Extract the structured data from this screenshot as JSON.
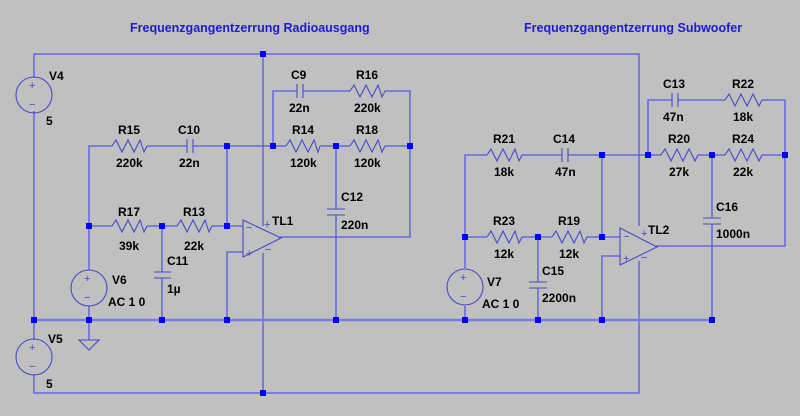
{
  "titles": {
    "left": "Frequenzgangentzerrung Radioausgang",
    "right": "Frequenzgangentzerrung Subwoofer"
  },
  "colors": {
    "background": "#c0c0c0",
    "wire": "#5656e6",
    "junction": "#0000ff",
    "title": "#1c1cd0"
  },
  "sources": {
    "V4": {
      "name": "V4",
      "value": "5"
    },
    "V5": {
      "name": "V5",
      "value": "5"
    },
    "V6": {
      "name": "V6",
      "value": "AC 1 0"
    },
    "V7": {
      "name": "V7",
      "value": "AC 1 0"
    }
  },
  "opamps": {
    "TL1": {
      "name": "TL1"
    },
    "TL2": {
      "name": "TL2"
    }
  },
  "resistors": {
    "R13": {
      "name": "R13",
      "value": "22k"
    },
    "R14": {
      "name": "R14",
      "value": "120k"
    },
    "R15": {
      "name": "R15",
      "value": "220k"
    },
    "R16": {
      "name": "R16",
      "value": "220k"
    },
    "R17": {
      "name": "R17",
      "value": "39k"
    },
    "R18": {
      "name": "R18",
      "value": "120k"
    },
    "R19": {
      "name": "R19",
      "value": "12k"
    },
    "R20": {
      "name": "R20",
      "value": "27k"
    },
    "R21": {
      "name": "R21",
      "value": "18k"
    },
    "R22": {
      "name": "R22",
      "value": "18k"
    },
    "R23": {
      "name": "R23",
      "value": "12k"
    },
    "R24": {
      "name": "R24",
      "value": "22k"
    }
  },
  "capacitors": {
    "C9": {
      "name": "C9",
      "value": "22n"
    },
    "C10": {
      "name": "C10",
      "value": "22n"
    },
    "C11": {
      "name": "C11",
      "value": "1µ"
    },
    "C12": {
      "name": "C12",
      "value": "220n"
    },
    "C13": {
      "name": "C13",
      "value": "47n"
    },
    "C14": {
      "name": "C14",
      "value": "47n"
    },
    "C15": {
      "name": "C15",
      "value": "2200n"
    },
    "C16": {
      "name": "C16",
      "value": "1000n"
    }
  },
  "symbols": {
    "plus": "+",
    "minus": "−"
  }
}
